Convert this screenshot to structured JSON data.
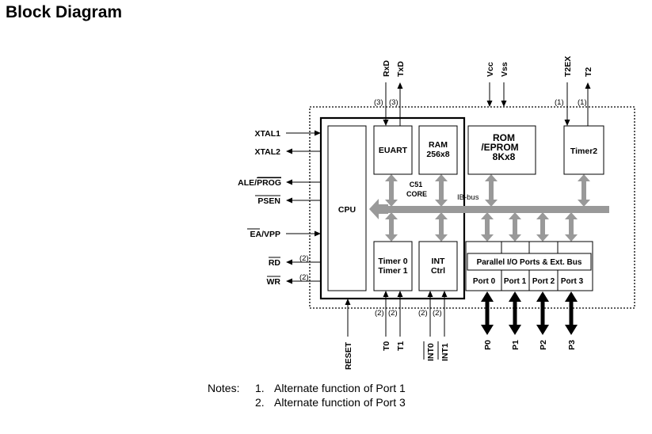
{
  "title": "Block Diagram",
  "left_signals": {
    "xtal1": "XTAL1",
    "xtal2": "XTAL2",
    "ale_prog": {
      "pre": "ALE/",
      "over": "PROG"
    },
    "psen": "PSEN",
    "ea_vpp": {
      "over": "EA",
      "post": "/VPP"
    },
    "rd": "RD",
    "wr": "WR",
    "rd_note": "(2)",
    "wr_note": "(2)"
  },
  "top_signals": {
    "rxd": "RxD",
    "txd": "TxD",
    "rxd_note": "(3)",
    "txd_note": "(3)",
    "vcc": "Vcc",
    "vss": "Vss",
    "t2ex": "T2EX",
    "t2": "T2",
    "t2ex_note": "(1)",
    "t2_note": "(1)"
  },
  "bottom_signals": {
    "reset": "RESET",
    "t0": "T0",
    "t1": "T1",
    "int0": "INT0",
    "int1": "INT1",
    "t0_note": "(2)",
    "t1_note": "(2)",
    "int0_note": "(2)",
    "int1_note": "(2)",
    "p0": "P0",
    "p1": "P1",
    "p2": "P2",
    "p3": "P3"
  },
  "blocks": {
    "cpu": "CPU",
    "euart": "EUART",
    "ram_line1": "RAM",
    "ram_line2": "256x8",
    "rom_line1": "ROM",
    "rom_line2": "/EPROM",
    "rom_line3": "8Kx8",
    "timer2": "Timer2",
    "timer01_line1": "Timer 0",
    "timer01_line2": "Timer 1",
    "int_line1": "INT",
    "int_line2": "Ctrl",
    "core_line1": "C51",
    "core_line2": "CORE",
    "ibbus": "IB-bus",
    "parallel": "Parallel I/O Ports & Ext. Bus",
    "port0": "Port 0",
    "port1": "Port 1",
    "port2": "Port 2",
    "port3": "Port 3"
  },
  "notes": {
    "label": "Notes:",
    "n1_num": "1.",
    "n1_text": "Alternate function of Port 1",
    "n2_num": "2.",
    "n2_text": "Alternate function of Port 3"
  },
  "colors": {
    "bus": "#999999",
    "line": "#000000"
  }
}
